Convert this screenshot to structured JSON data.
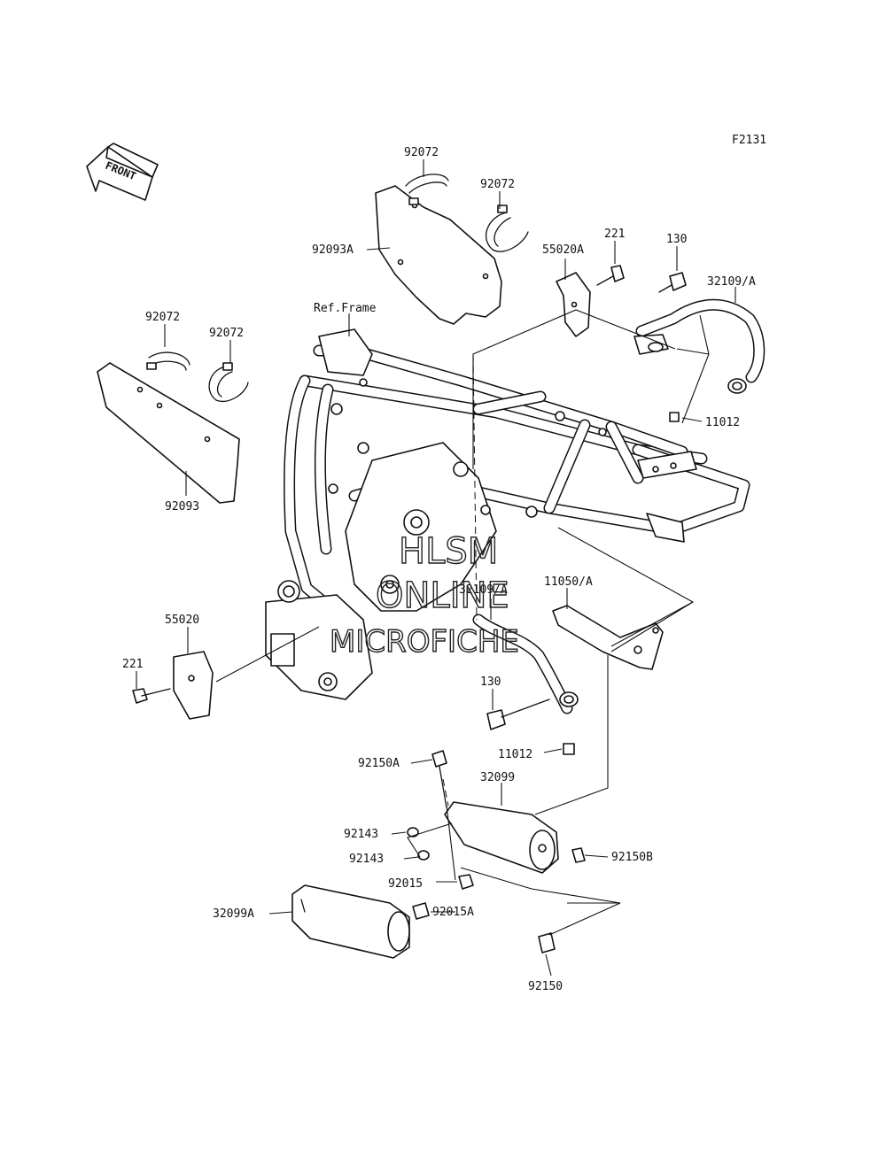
{
  "figure_code": "F2131",
  "front_arrow_label": "FRONT",
  "ref_frame_label": "Ref.Frame",
  "watermark": [
    "HLSM",
    "ONLINE",
    "MICROFICHE"
  ],
  "parts": {
    "p92072_a": "92072",
    "p92072_b": "92072",
    "p92093A": "92093A",
    "p92072_c": "92072",
    "p92072_d": "92072",
    "p92093": "92093",
    "p55020A": "55020A",
    "p221_top": "221",
    "p130_top": "130",
    "p32109A_top": "32109/A",
    "p11012_top": "11012",
    "p32109A_mid": "32109/A",
    "p11050A": "11050/A",
    "p55020": "55020",
    "p221_left": "221",
    "p130_mid": "130",
    "p11012_mid": "11012",
    "p92150A": "92150A",
    "p32099": "32099",
    "p92143_a": "92143",
    "p92143_b": "92143",
    "p92150B": "92150B",
    "p92015": "92015",
    "p32099A": "32099A",
    "p92015A": "92015A",
    "p92150": "92150"
  }
}
